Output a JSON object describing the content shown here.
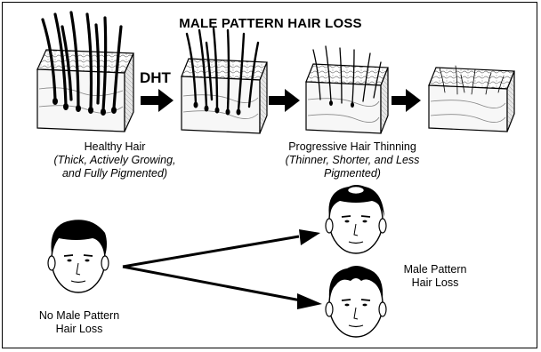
{
  "title": "MALE PATTERN HAIR LOSS",
  "hormone_label": "DHT",
  "captions": {
    "healthy_title": "Healthy Hair",
    "healthy_line1": "(Thick, Actively Growing,",
    "healthy_line2": "and Fully Pigmented)",
    "thinning_title": "Progressive Hair Thinning",
    "thinning_line1": "(Thinner, Shorter, and Less",
    "thinning_line2": "Pigmented)",
    "no_loss_line1": "No Male Pattern",
    "no_loss_line2": "Hair Loss",
    "loss_line1": "Male Pattern",
    "loss_line2": "Hair Loss"
  },
  "colors": {
    "ink": "#000000",
    "paper": "#ffffff",
    "skin_shade": "#d9d9d9"
  }
}
